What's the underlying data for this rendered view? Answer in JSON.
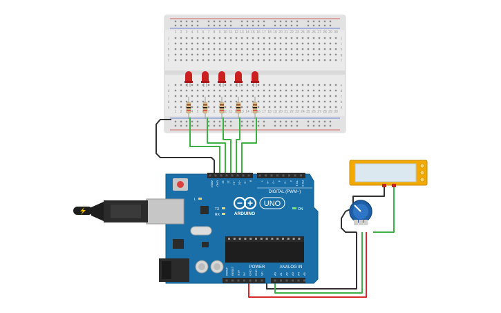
{
  "colors": {
    "board": "#1a6fa8",
    "board_edge": "#0f5a8c",
    "header": "#2b2b2b",
    "breadboard": "#e9e9e9",
    "rail_red": "#d33a3a",
    "rail_blue": "#3a5fd3",
    "led": "#cc1f1f",
    "wire_green": "#3cb043",
    "wire_black": "#303030",
    "wire_red": "#d62828",
    "lcd_frame": "#f2a900",
    "lcd_screen": "#dbe8f0",
    "pot_knob": "#1f5fa8"
  },
  "arduino": {
    "brand": "ARDUINO",
    "model": "UNO",
    "digital_label": "DIGITAL (PWM~)",
    "power_label": "POWER",
    "analog_label": "ANALOG IN",
    "on_label": "ON",
    "led_l": "L",
    "led_tx": "TX",
    "led_rx": "RX",
    "top_pins": [
      "AREF",
      "GND",
      "13",
      "12",
      "~11",
      "~10",
      "~9",
      "8",
      "7",
      "~6",
      "~5",
      "4",
      "~3",
      "2",
      "TX 1",
      "RX 0"
    ],
    "power_pins": [
      "IOREF",
      "RESET",
      "3.3V",
      "5V",
      "GND",
      "GND",
      "Vin"
    ],
    "analog_pins": [
      "A0",
      "A1",
      "A2",
      "A3",
      "A4",
      "A5"
    ]
  },
  "breadboard": {
    "row_letters_top": [
      "j",
      "i",
      "h",
      "g",
      "f"
    ],
    "row_letters_bottom": [
      "e",
      "d",
      "c",
      "b",
      "a"
    ],
    "column_count": 30
  },
  "leds": {
    "count": 5
  },
  "icons": [
    "usb-plug-icon",
    "lightning-icon",
    "potentiometer-icon",
    "lcd-display-icon"
  ]
}
